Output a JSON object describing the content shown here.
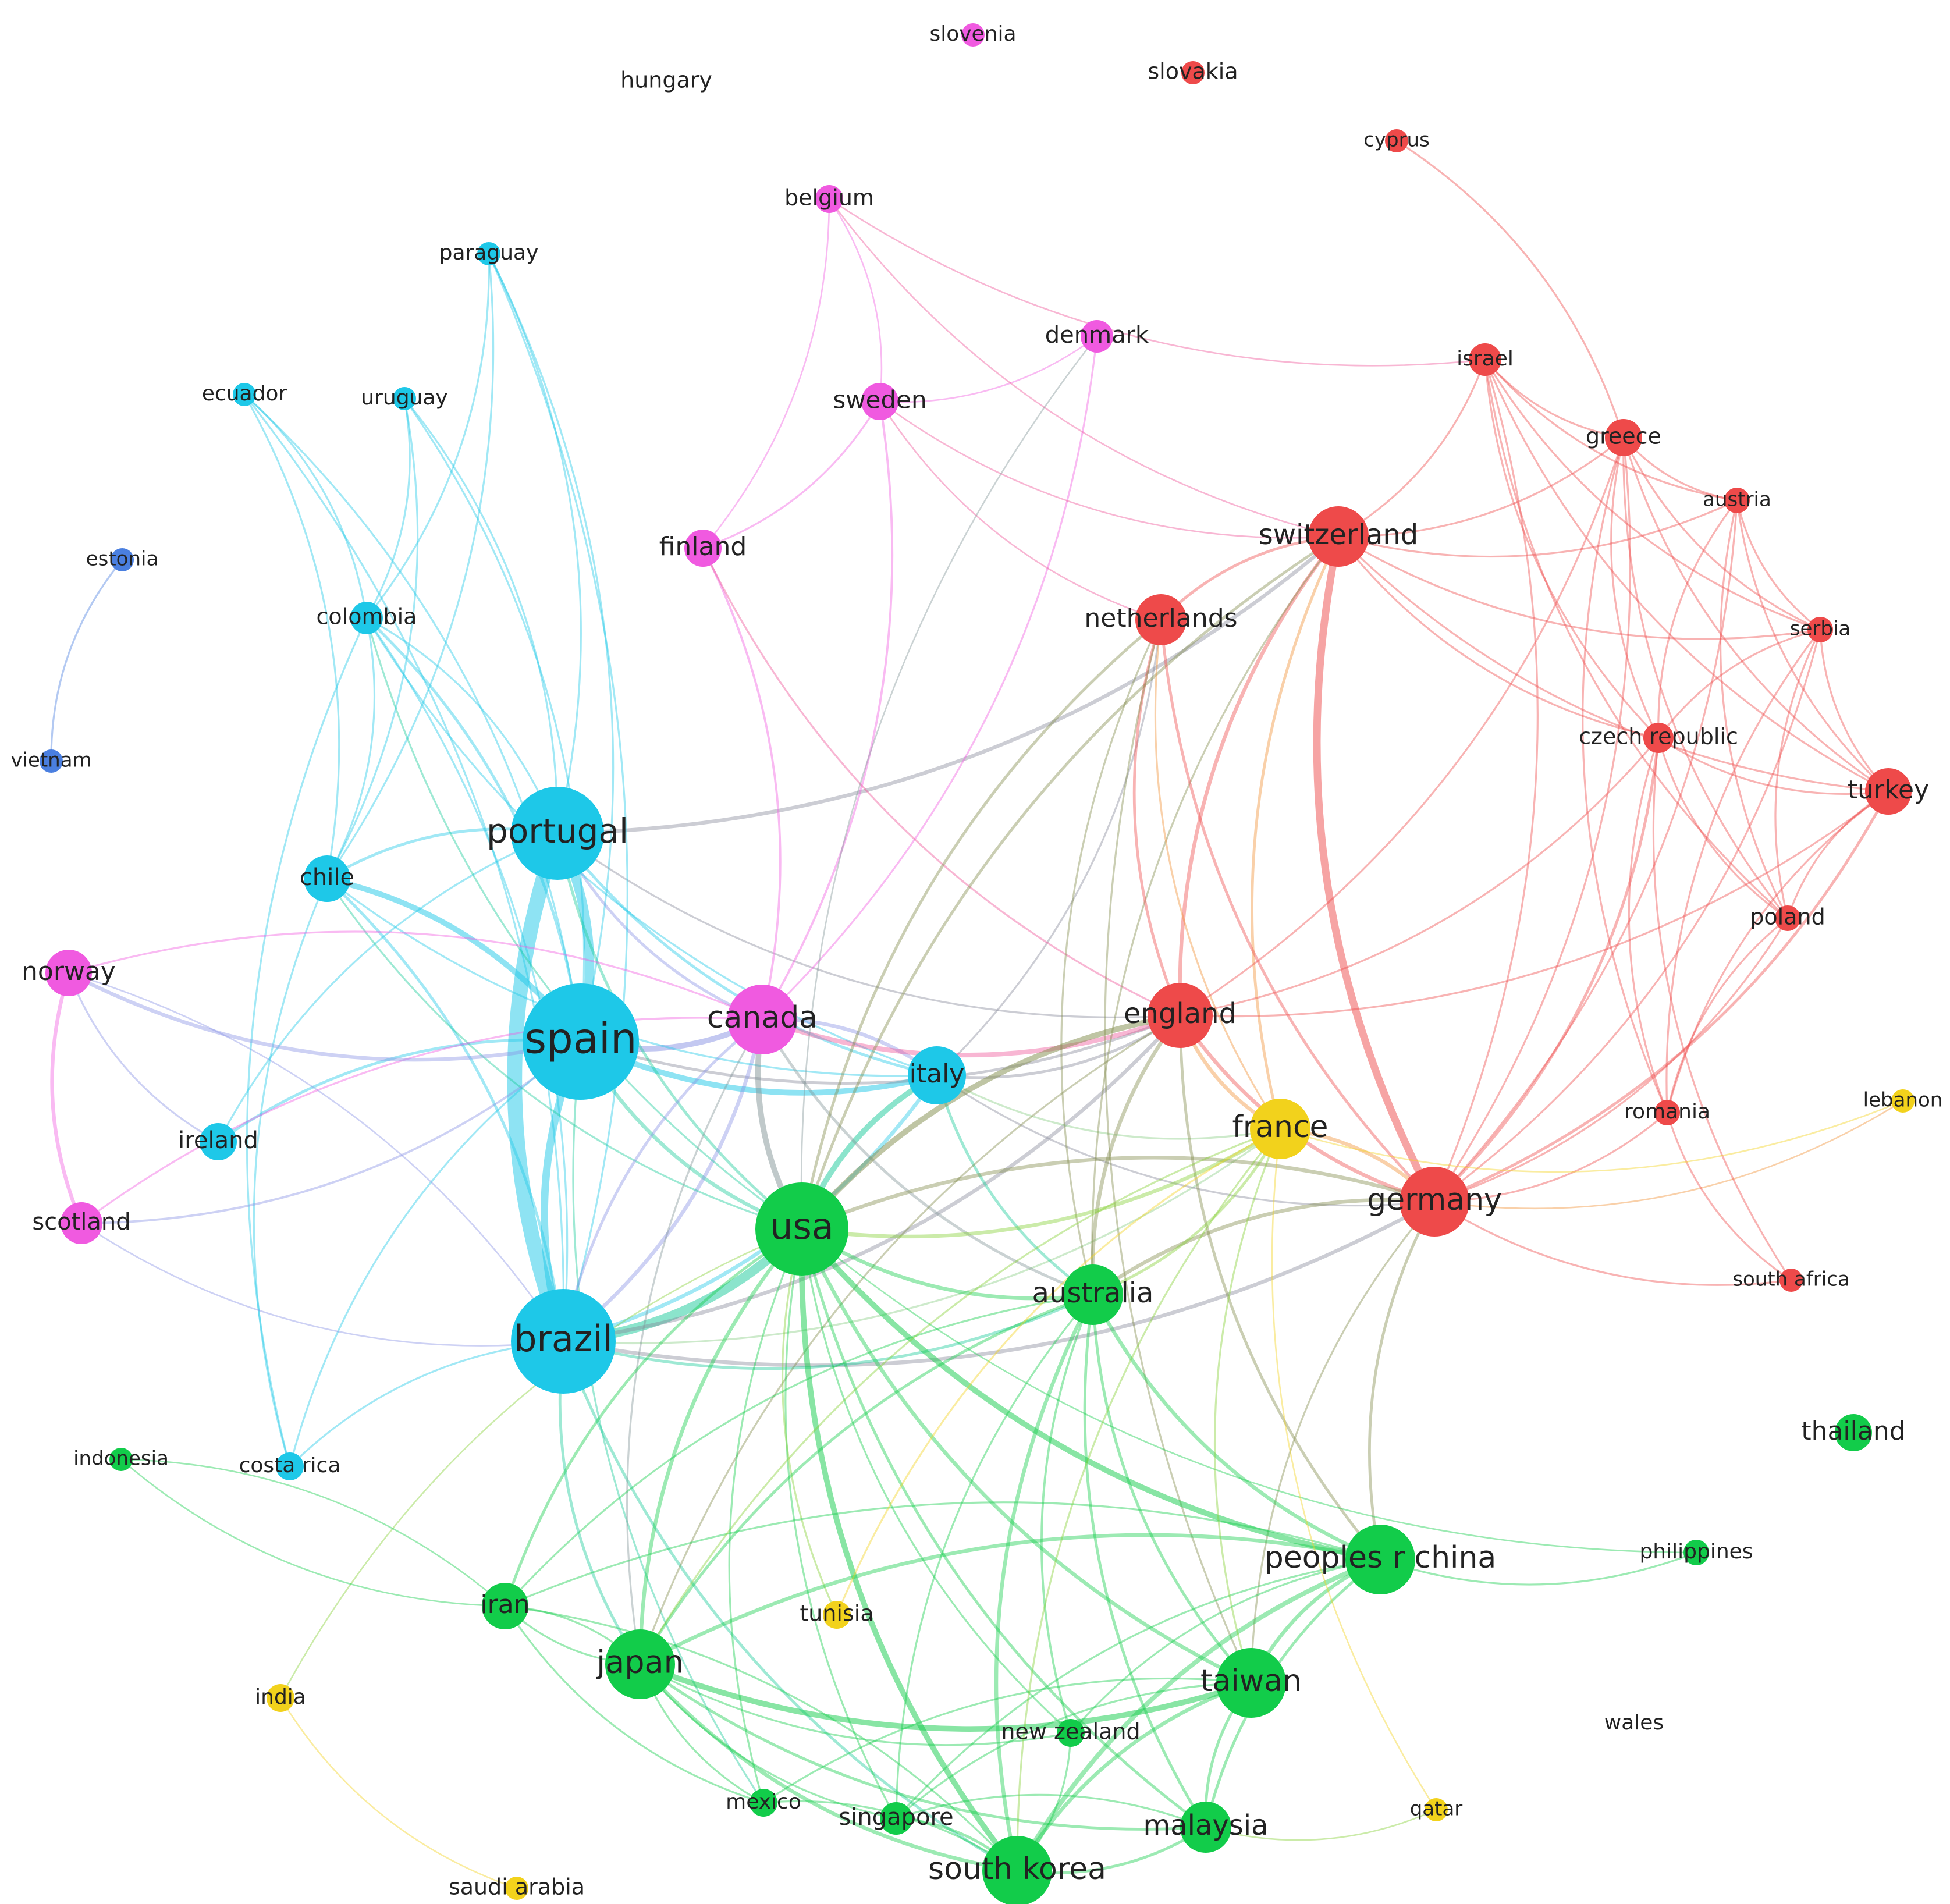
{
  "clusters": {
    "cyan": {
      "color": "#1ec8e8"
    },
    "magenta": {
      "color": "#f05ae0"
    },
    "red": {
      "color": "#ee4a4a"
    },
    "green": {
      "color": "#12cc4a"
    },
    "yellow": {
      "color": "#f2d21c"
    },
    "blue": {
      "color": "#4a7fe0"
    },
    "gray": {
      "color": "#9a9a9a"
    }
  },
  "nodes": [
    {
      "id": "spain",
      "label": "spain",
      "cluster": "cyan",
      "weight": 5
    },
    {
      "id": "portugal",
      "label": "portugal",
      "cluster": "cyan",
      "weight": 4
    },
    {
      "id": "brazil",
      "label": "brazil",
      "cluster": "cyan",
      "weight": 4.5
    },
    {
      "id": "italy",
      "label": "italy",
      "cluster": "cyan",
      "weight": 2.5
    },
    {
      "id": "chile",
      "label": "chile",
      "cluster": "cyan",
      "weight": 2
    },
    {
      "id": "ireland",
      "label": "ireland",
      "cluster": "cyan",
      "weight": 1.6
    },
    {
      "id": "colombia",
      "label": "colombia",
      "cluster": "cyan",
      "weight": 1.4
    },
    {
      "id": "costa rica",
      "label": "costa rica",
      "cluster": "cyan",
      "weight": 1.2
    },
    {
      "id": "paraguay",
      "label": "paraguay",
      "cluster": "cyan",
      "weight": 1
    },
    {
      "id": "uruguay",
      "label": "uruguay",
      "cluster": "cyan",
      "weight": 1
    },
    {
      "id": "ecuador",
      "label": "ecuador",
      "cluster": "cyan",
      "weight": 1
    },
    {
      "id": "canada",
      "label": "canada",
      "cluster": "magenta",
      "weight": 3
    },
    {
      "id": "norway",
      "label": "norway",
      "cluster": "magenta",
      "weight": 2
    },
    {
      "id": "scotland",
      "label": "scotland",
      "cluster": "magenta",
      "weight": 1.8
    },
    {
      "id": "finland",
      "label": "finland",
      "cluster": "magenta",
      "weight": 1.6
    },
    {
      "id": "sweden",
      "label": "sweden",
      "cluster": "magenta",
      "weight": 1.6
    },
    {
      "id": "denmark",
      "label": "denmark",
      "cluster": "magenta",
      "weight": 1.4
    },
    {
      "id": "belgium",
      "label": "belgium",
      "cluster": "magenta",
      "weight": 1.2
    },
    {
      "id": "slovenia",
      "label": "slovenia",
      "cluster": "magenta",
      "weight": 1
    },
    {
      "id": "switzerland",
      "label": "switzerland",
      "cluster": "red",
      "weight": 2.6
    },
    {
      "id": "netherlands",
      "label": "netherlands",
      "cluster": "red",
      "weight": 2.2
    },
    {
      "id": "england",
      "label": "england",
      "cluster": "red",
      "weight": 2.8
    },
    {
      "id": "germany",
      "label": "germany",
      "cluster": "red",
      "weight": 3
    },
    {
      "id": "israel",
      "label": "israel",
      "cluster": "red",
      "weight": 1.4
    },
    {
      "id": "greece",
      "label": "greece",
      "cluster": "red",
      "weight": 1.6
    },
    {
      "id": "austria",
      "label": "austria",
      "cluster": "red",
      "weight": 1.1
    },
    {
      "id": "serbia",
      "label": "serbia",
      "cluster": "red",
      "weight": 1.1
    },
    {
      "id": "czech republic",
      "label": "czech republic",
      "cluster": "red",
      "weight": 1.3
    },
    {
      "id": "turkey",
      "label": "turkey",
      "cluster": "red",
      "weight": 2
    },
    {
      "id": "poland",
      "label": "poland",
      "cluster": "red",
      "weight": 1.1
    },
    {
      "id": "romania",
      "label": "romania",
      "cluster": "red",
      "weight": 1.1
    },
    {
      "id": "south africa",
      "label": "south africa",
      "cluster": "red",
      "weight": 1
    },
    {
      "id": "cyprus",
      "label": "cyprus",
      "cluster": "red",
      "weight": 1
    },
    {
      "id": "slovakia",
      "label": "slovakia",
      "cluster": "red",
      "weight": 1
    },
    {
      "id": "usa",
      "label": "usa",
      "cluster": "green",
      "weight": 4
    },
    {
      "id": "australia",
      "label": "australia",
      "cluster": "green",
      "weight": 2.6
    },
    {
      "id": "peoples r china",
      "label": "peoples r china",
      "cluster": "green",
      "weight": 3
    },
    {
      "id": "japan",
      "label": "japan",
      "cluster": "green",
      "weight": 3
    },
    {
      "id": "taiwan",
      "label": "taiwan",
      "cluster": "green",
      "weight": 3
    },
    {
      "id": "south korea",
      "label": "south korea",
      "cluster": "green",
      "weight": 3
    },
    {
      "id": "malaysia",
      "label": "malaysia",
      "cluster": "green",
      "weight": 2.2
    },
    {
      "id": "iran",
      "label": "iran",
      "cluster": "green",
      "weight": 2
    },
    {
      "id": "new zealand",
      "label": "new zealand",
      "cluster": "green",
      "weight": 1.2
    },
    {
      "id": "mexico",
      "label": "mexico",
      "cluster": "green",
      "weight": 1.2
    },
    {
      "id": "singapore",
      "label": "singapore",
      "cluster": "green",
      "weight": 1.4
    },
    {
      "id": "philippines",
      "label": "philippines",
      "cluster": "green",
      "weight": 1.1
    },
    {
      "id": "thailand",
      "label": "thailand",
      "cluster": "green",
      "weight": 1.6
    },
    {
      "id": "indonesia",
      "label": "indonesia",
      "cluster": "green",
      "weight": 1
    },
    {
      "id": "france",
      "label": "france",
      "cluster": "yellow",
      "weight": 2.6
    },
    {
      "id": "tunisia",
      "label": "tunisia",
      "cluster": "yellow",
      "weight": 1.2
    },
    {
      "id": "india",
      "label": "india",
      "cluster": "yellow",
      "weight": 1.2
    },
    {
      "id": "saudi arabia",
      "label": "saudi arabia",
      "cluster": "yellow",
      "weight": 1
    },
    {
      "id": "qatar",
      "label": "qatar",
      "cluster": "yellow",
      "weight": 1
    },
    {
      "id": "lebanon",
      "label": "lebanon",
      "cluster": "yellow",
      "weight": 1
    },
    {
      "id": "estonia",
      "label": "estonia",
      "cluster": "blue",
      "weight": 1
    },
    {
      "id": "vietnam",
      "label": "vietnam",
      "cluster": "blue",
      "weight": 1
    },
    {
      "id": "hungary",
      "label": "hungary",
      "cluster": "gray",
      "weight": 0.6
    },
    {
      "id": "wales",
      "label": "wales",
      "cluster": "gray",
      "weight": 0.6
    }
  ],
  "edges": [
    [
      "spain",
      "portugal",
      5
    ],
    [
      "spain",
      "brazil",
      4
    ],
    [
      "portugal",
      "brazil",
      8
    ],
    [
      "spain",
      "italy",
      3
    ],
    [
      "spain",
      "chile",
      3
    ],
    [
      "spain",
      "canada",
      3
    ],
    [
      "spain",
      "usa",
      2
    ],
    [
      "spain",
      "england",
      1.5
    ],
    [
      "spain",
      "colombia",
      1.5
    ],
    [
      "spain",
      "ireland",
      1.5
    ],
    [
      "spain",
      "costa rica",
      1
    ],
    [
      "spain",
      "paraguay",
      1
    ],
    [
      "spain",
      "uruguay",
      1
    ],
    [
      "spain",
      "ecuador",
      1
    ],
    [
      "spain",
      "mexico",
      1
    ],
    [
      "portugal",
      "chile",
      1.5
    ],
    [
      "portugal",
      "italy",
      1.5
    ],
    [
      "portugal",
      "canada",
      1.5
    ],
    [
      "portugal",
      "usa",
      1.5
    ],
    [
      "portugal",
      "switzerland",
      2
    ],
    [
      "portugal",
      "colombia",
      1
    ],
    [
      "portugal",
      "paraguay",
      1
    ],
    [
      "portugal",
      "uruguay",
      1
    ],
    [
      "portugal",
      "ireland",
      1
    ],
    [
      "portugal",
      "england",
      1
    ],
    [
      "brazil",
      "usa",
      5
    ],
    [
      "brazil",
      "italy",
      2
    ],
    [
      "brazil",
      "chile",
      1.5
    ],
    [
      "brazil",
      "canada",
      2
    ],
    [
      "brazil",
      "england",
      2
    ],
    [
      "brazil",
      "germany",
      2
    ],
    [
      "brazil",
      "colombia",
      1
    ],
    [
      "brazil",
      "costa rica",
      1
    ],
    [
      "brazil",
      "australia",
      1.5
    ],
    [
      "brazil",
      "japan",
      1.5
    ],
    [
      "brazil",
      "south korea",
      1.5
    ],
    [
      "brazil",
      "ecuador",
      1
    ],
    [
      "brazil",
      "paraguay",
      1
    ],
    [
      "brazil",
      "norway",
      0.8
    ],
    [
      "brazil",
      "france",
      1
    ],
    [
      "chile",
      "colombia",
      1
    ],
    [
      "chile",
      "costa rica",
      1
    ],
    [
      "chile",
      "paraguay",
      1
    ],
    [
      "chile",
      "uruguay",
      1
    ],
    [
      "chile",
      "ecuador",
      1
    ],
    [
      "chile",
      "italy",
      1
    ],
    [
      "chile",
      "usa",
      1
    ],
    [
      "colombia",
      "ecuador",
      1
    ],
    [
      "colombia",
      "uruguay",
      1
    ],
    [
      "colombia",
      "costa rica",
      1
    ],
    [
      "colombia",
      "italy",
      1
    ],
    [
      "colombia",
      "usa",
      1
    ],
    [
      "colombia",
      "paraguay",
      1
    ],
    [
      "italy",
      "usa",
      3
    ],
    [
      "italy",
      "canada",
      2
    ],
    [
      "italy",
      "england",
      1.5
    ],
    [
      "italy",
      "australia",
      1.5
    ],
    [
      "italy",
      "france",
      1
    ],
    [
      "italy",
      "germany",
      1
    ],
    [
      "italy",
      "netherlands",
      1
    ],
    [
      "canada",
      "norway",
      1
    ],
    [
      "canada",
      "scotland",
      1
    ],
    [
      "canada",
      "finland",
      1.2
    ],
    [
      "canada",
      "sweden",
      1.2
    ],
    [
      "canada",
      "denmark",
      1
    ],
    [
      "canada",
      "usa",
      3
    ],
    [
      "canada",
      "england",
      2.5
    ],
    [
      "canada",
      "australia",
      1.5
    ],
    [
      "canada",
      "brazil",
      1.5
    ],
    [
      "canada",
      "japan",
      1
    ],
    [
      "norway",
      "scotland",
      2
    ],
    [
      "norway",
      "spain",
      2
    ],
    [
      "norway",
      "ireland",
      1
    ],
    [
      "scotland",
      "spain",
      1.2
    ],
    [
      "scotland",
      "brazil",
      0.8
    ],
    [
      "finland",
      "sweden",
      1
    ],
    [
      "finland",
      "belgium",
      0.8
    ],
    [
      "finland",
      "england",
      1
    ],
    [
      "sweden",
      "belgium",
      0.8
    ],
    [
      "sweden",
      "denmark",
      0.8
    ],
    [
      "sweden",
      "switzerland",
      0.8
    ],
    [
      "sweden",
      "netherlands",
      0.8
    ],
    [
      "belgium",
      "switzerland",
      0.8
    ],
    [
      "belgium",
      "israel",
      0.8
    ],
    [
      "denmark",
      "usa",
      0.8
    ],
    [
      "switzerland",
      "germany",
      4
    ],
    [
      "switzerland",
      "england",
      2
    ],
    [
      "switzerland",
      "netherlands",
      1.5
    ],
    [
      "switzerland",
      "france",
      1.5
    ],
    [
      "switzerland",
      "israel",
      1
    ],
    [
      "switzerland",
      "greece",
      1
    ],
    [
      "switzerland",
      "austria",
      1
    ],
    [
      "switzerland",
      "serbia",
      1
    ],
    [
      "switzerland",
      "czech republic",
      1
    ],
    [
      "switzerland",
      "turkey",
      1
    ],
    [
      "switzerland",
      "usa",
      1.5
    ],
    [
      "switzerland",
      "australia",
      1
    ],
    [
      "netherlands",
      "england",
      1.5
    ],
    [
      "netherlands",
      "germany",
      1.5
    ],
    [
      "netherlands",
      "france",
      1
    ],
    [
      "netherlands",
      "usa",
      1.5
    ],
    [
      "netherlands",
      "australia",
      1
    ],
    [
      "netherlands",
      "taiwan",
      1
    ],
    [
      "england",
      "germany",
      2
    ],
    [
      "england",
      "france",
      2
    ],
    [
      "england",
      "usa",
      3
    ],
    [
      "england",
      "australia",
      2
    ],
    [
      "england",
      "peoples r china",
      1.5
    ],
    [
      "england",
      "czech republic",
      1
    ],
    [
      "england",
      "turkey",
      1
    ],
    [
      "england",
      "greece",
      1
    ],
    [
      "england",
      "japan",
      1
    ],
    [
      "germany",
      "france",
      2
    ],
    [
      "germany",
      "usa",
      2
    ],
    [
      "germany",
      "australia",
      2
    ],
    [
      "germany",
      "peoples r china",
      1.5
    ],
    [
      "germany",
      "turkey",
      1.5
    ],
    [
      "germany",
      "czech republic",
      1.5
    ],
    [
      "germany",
      "austria",
      1
    ],
    [
      "germany",
      "greece",
      1
    ],
    [
      "germany",
      "israel",
      1
    ],
    [
      "germany",
      "poland",
      1
    ],
    [
      "germany",
      "romania",
      1
    ],
    [
      "germany",
      "serbia",
      1
    ],
    [
      "germany",
      "south africa",
      1
    ],
    [
      "germany",
      "lebanon",
      0.8
    ],
    [
      "germany",
      "taiwan",
      1
    ],
    [
      "israel",
      "greece",
      1
    ],
    [
      "israel",
      "austria",
      1
    ],
    [
      "israel",
      "serbia",
      1
    ],
    [
      "israel",
      "czech republic",
      1
    ],
    [
      "israel",
      "turkey",
      1
    ],
    [
      "israel",
      "poland",
      1
    ],
    [
      "greece",
      "austria",
      1
    ],
    [
      "greece",
      "serbia",
      1
    ],
    [
      "greece",
      "czech republic",
      1
    ],
    [
      "greece",
      "turkey",
      1
    ],
    [
      "greece",
      "poland",
      1
    ],
    [
      "greece",
      "romania",
      1
    ],
    [
      "greece",
      "cyprus",
      1
    ],
    [
      "austria",
      "serbia",
      1
    ],
    [
      "austria",
      "czech republic",
      1
    ],
    [
      "austria",
      "turkey",
      1
    ],
    [
      "austria",
      "poland",
      1
    ],
    [
      "serbia",
      "czech republic",
      1
    ],
    [
      "serbia",
      "turkey",
      1
    ],
    [
      "serbia",
      "poland",
      1
    ],
    [
      "serbia",
      "romania",
      1
    ],
    [
      "czech republic",
      "turkey",
      1
    ],
    [
      "czech republic",
      "poland",
      1
    ],
    [
      "czech republic",
      "romania",
      1
    ],
    [
      "czech republic",
      "south africa",
      1
    ],
    [
      "turkey",
      "poland",
      1
    ],
    [
      "turkey",
      "romania",
      1
    ],
    [
      "poland",
      "romania",
      1
    ],
    [
      "romania",
      "south africa",
      1
    ],
    [
      "usa",
      "australia",
      2
    ],
    [
      "usa",
      "peoples r china",
      3
    ],
    [
      "usa",
      "japan",
      2
    ],
    [
      "usa",
      "taiwan",
      2
    ],
    [
      "usa",
      "south korea",
      3
    ],
    [
      "usa",
      "malaysia",
      1.5
    ],
    [
      "usa",
      "iran",
      1.5
    ],
    [
      "usa",
      "new zealand",
      1
    ],
    [
      "usa",
      "mexico",
      1
    ],
    [
      "usa",
      "singapore",
      1
    ],
    [
      "usa",
      "france",
      2
    ],
    [
      "usa",
      "tunisia",
      1
    ],
    [
      "usa",
      "philippines",
      0.8
    ],
    [
      "usa",
      "india",
      0.8
    ],
    [
      "australia",
      "peoples r china",
      2
    ],
    [
      "australia",
      "japan",
      1.5
    ],
    [
      "australia",
      "taiwan",
      1.5
    ],
    [
      "australia",
      "south korea",
      2
    ],
    [
      "australia",
      "malaysia",
      1.5
    ],
    [
      "australia",
      "new zealand",
      1.2
    ],
    [
      "australia",
      "france",
      1.5
    ],
    [
      "australia",
      "iran",
      1
    ],
    [
      "australia",
      "singapore",
      1
    ],
    [
      "peoples r china",
      "japan",
      2
    ],
    [
      "peoples r china",
      "taiwan",
      2
    ],
    [
      "peoples r china",
      "south korea",
      2.5
    ],
    [
      "peoples r china",
      "malaysia",
      1.5
    ],
    [
      "peoples r china",
      "philippines",
      1
    ],
    [
      "peoples r china",
      "singapore",
      1
    ],
    [
      "peoples r china",
      "new zealand",
      1
    ],
    [
      "peoples r china",
      "iran",
      1
    ],
    [
      "japan",
      "taiwan",
      3
    ],
    [
      "japan",
      "south korea",
      2
    ],
    [
      "japan",
      "malaysia",
      1.5
    ],
    [
      "japan",
      "mexico",
      1
    ],
    [
      "japan",
      "singapore",
      1
    ],
    [
      "japan",
      "iran",
      1
    ],
    [
      "japan",
      "new zealand",
      1
    ],
    [
      "taiwan",
      "south korea",
      2
    ],
    [
      "taiwan",
      "malaysia",
      1.5
    ],
    [
      "taiwan",
      "singapore",
      1
    ],
    [
      "taiwan",
      "mexico",
      1
    ],
    [
      "south korea",
      "malaysia",
      1.5
    ],
    [
      "south korea",
      "singapore",
      1.5
    ],
    [
      "south korea",
      "mexico",
      1
    ],
    [
      "south korea",
      "iran",
      1
    ],
    [
      "south korea",
      "new zealand",
      1
    ],
    [
      "malaysia",
      "singapore",
      1
    ],
    [
      "malaysia",
      "qatar",
      0.8
    ],
    [
      "iran",
      "mexico",
      1
    ],
    [
      "iran",
      "indonesia",
      0.8
    ],
    [
      "iran",
      "japan",
      1
    ],
    [
      "france",
      "tunisia",
      1
    ],
    [
      "france",
      "qatar",
      0.8
    ],
    [
      "france",
      "lebanon",
      0.8
    ],
    [
      "france",
      "japan",
      1
    ],
    [
      "france",
      "taiwan",
      1
    ],
    [
      "france",
      "south korea",
      1
    ],
    [
      "india",
      "saudi arabia",
      0.8
    ],
    [
      "estonia",
      "vietnam",
      1
    ],
    [
      "indonesia",
      "iran",
      0.8
    ]
  ]
}
